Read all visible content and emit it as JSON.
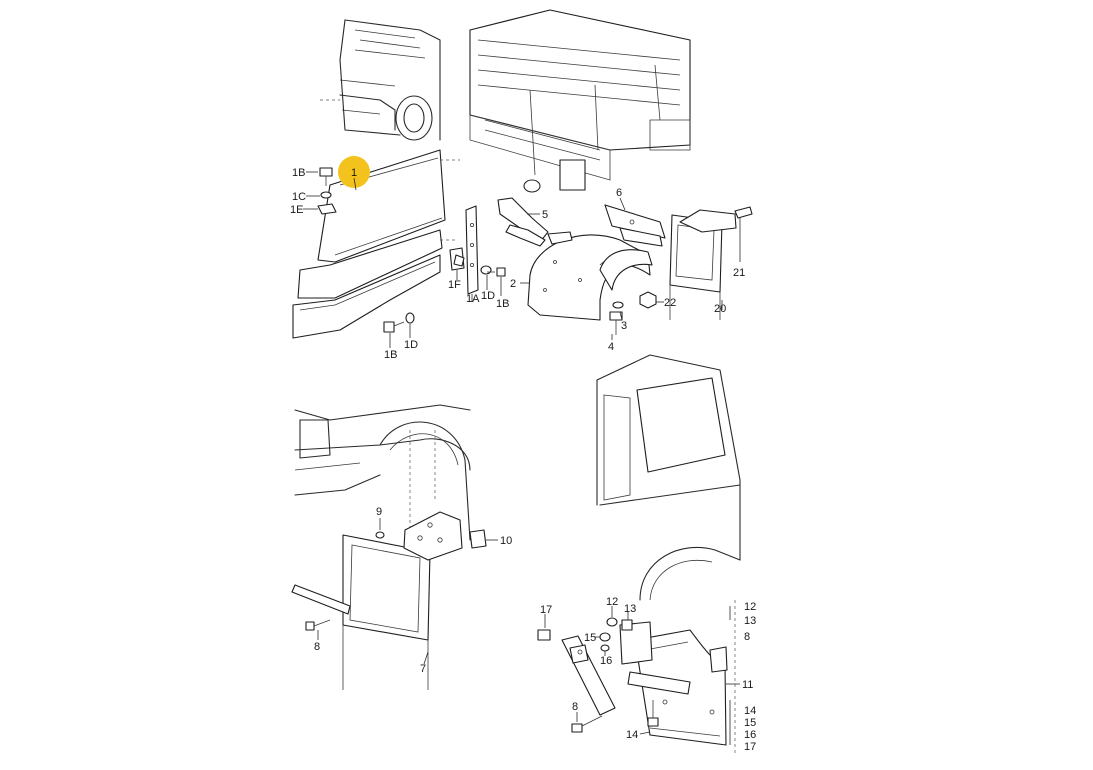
{
  "highlight_color": "#f3c21d",
  "callouts": {
    "c1": "1",
    "c1B_a": "1B",
    "c1C": "1C",
    "c1E": "1E",
    "c1F": "1F",
    "c1A": "1A",
    "c1D_a": "1D",
    "c1B_b": "1B",
    "c1B_c": "1B",
    "c1D_b": "1D",
    "c2": "2",
    "c3": "3",
    "c4": "4",
    "c5": "5",
    "c6": "6",
    "c20": "20",
    "c21": "21",
    "c22": "22",
    "c7": "7",
    "c8_a": "8",
    "c9": "9",
    "c10": "10",
    "c17": "17",
    "c12_a": "12",
    "c13_a": "13",
    "c15": "15",
    "c16": "16",
    "c8_b": "8",
    "c14_a": "14",
    "c12_b": "12",
    "c13_b": "13",
    "c8_c": "8",
    "c11": "11",
    "c14_b": "14",
    "c15_b": "15",
    "c16_b": "16",
    "c17_b": "17"
  }
}
